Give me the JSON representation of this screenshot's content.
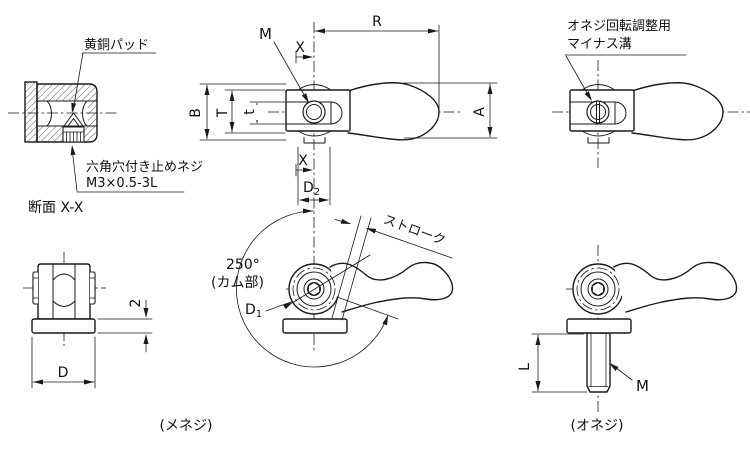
{
  "views": {
    "section": {
      "brass_pad": "黄銅パッド",
      "set_screw_1": "六角穴付き止めネジ",
      "set_screw_2": "M3×0.5-3L",
      "caption": "断面 X-X"
    },
    "top_female": {
      "dim_m": "M",
      "dim_x_top": "X",
      "dim_r": "R",
      "dim_a": "A",
      "dim_b": "B",
      "dim_t_cap": "T",
      "dim_t_low": "t",
      "dim_x_bot": "X",
      "dim_d2_base": "D",
      "dim_d2_sub": "2"
    },
    "top_male": {
      "note_1": "オネジ回転調整用",
      "note_2": "マイナス溝"
    },
    "front_female": {
      "dim_thickness": "2",
      "dim_d": "D",
      "caption": "(メネジ)"
    },
    "side_female": {
      "angle": "250°",
      "angle_note": "(カム部)",
      "stroke_label": "ストローク",
      "dim_d1_base": "D",
      "dim_d1_sub": "1"
    },
    "side_male": {
      "dim_l": "L",
      "dim_m": "M",
      "caption": "(オネジ)"
    }
  },
  "colors": {
    "line": "#1a1a1a",
    "background": "#ffffff"
  }
}
